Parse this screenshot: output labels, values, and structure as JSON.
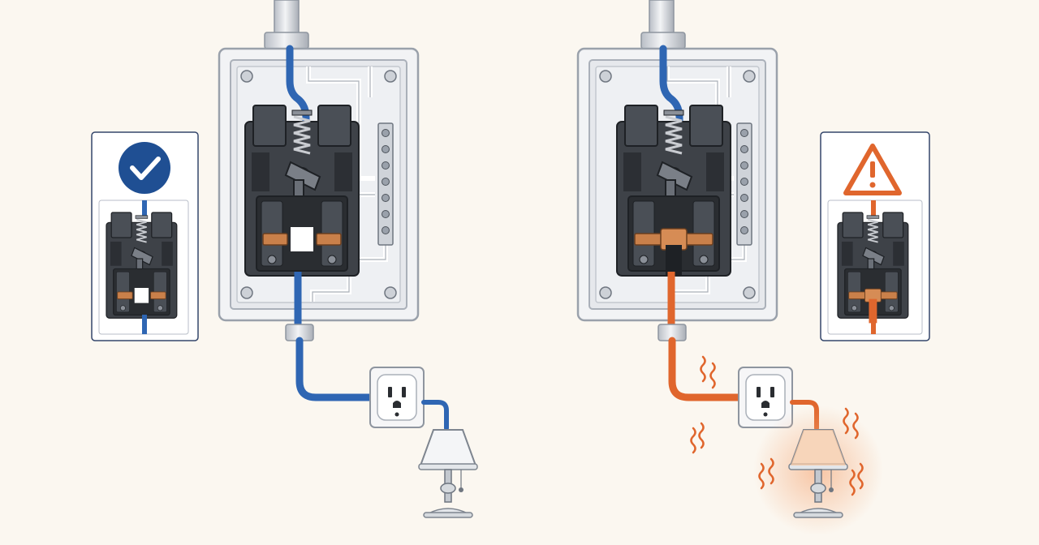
{
  "colors": {
    "background": "#fbf7f0",
    "safe": "#2f66b3",
    "safe_badge": "#1f4f93",
    "hot": "#e0662d",
    "warning": "#e0662d",
    "copper": "#c9804a",
    "breaker_body": "#3e4248",
    "box_fill": "#eef0f3",
    "box_stroke": "#9aa1ab",
    "panel_outline": "#34466b",
    "neutral_wire": "#e9ebee"
  },
  "panels": [
    {
      "id": "normal",
      "status_icon": "check-circle-icon",
      "circuit_state": "open",
      "wire_color": "safe",
      "heat_waves": false
    },
    {
      "id": "fault",
      "status_icon": "warning-triangle-icon",
      "circuit_state": "welded",
      "wire_color": "hot",
      "heat_waves": true
    }
  ],
  "icons": [
    "check-circle-icon",
    "warning-triangle-icon",
    "outlet-icon",
    "lamp-icon",
    "heat-wave-icon",
    "spring-icon",
    "screw-icon",
    "conduit-icon"
  ]
}
